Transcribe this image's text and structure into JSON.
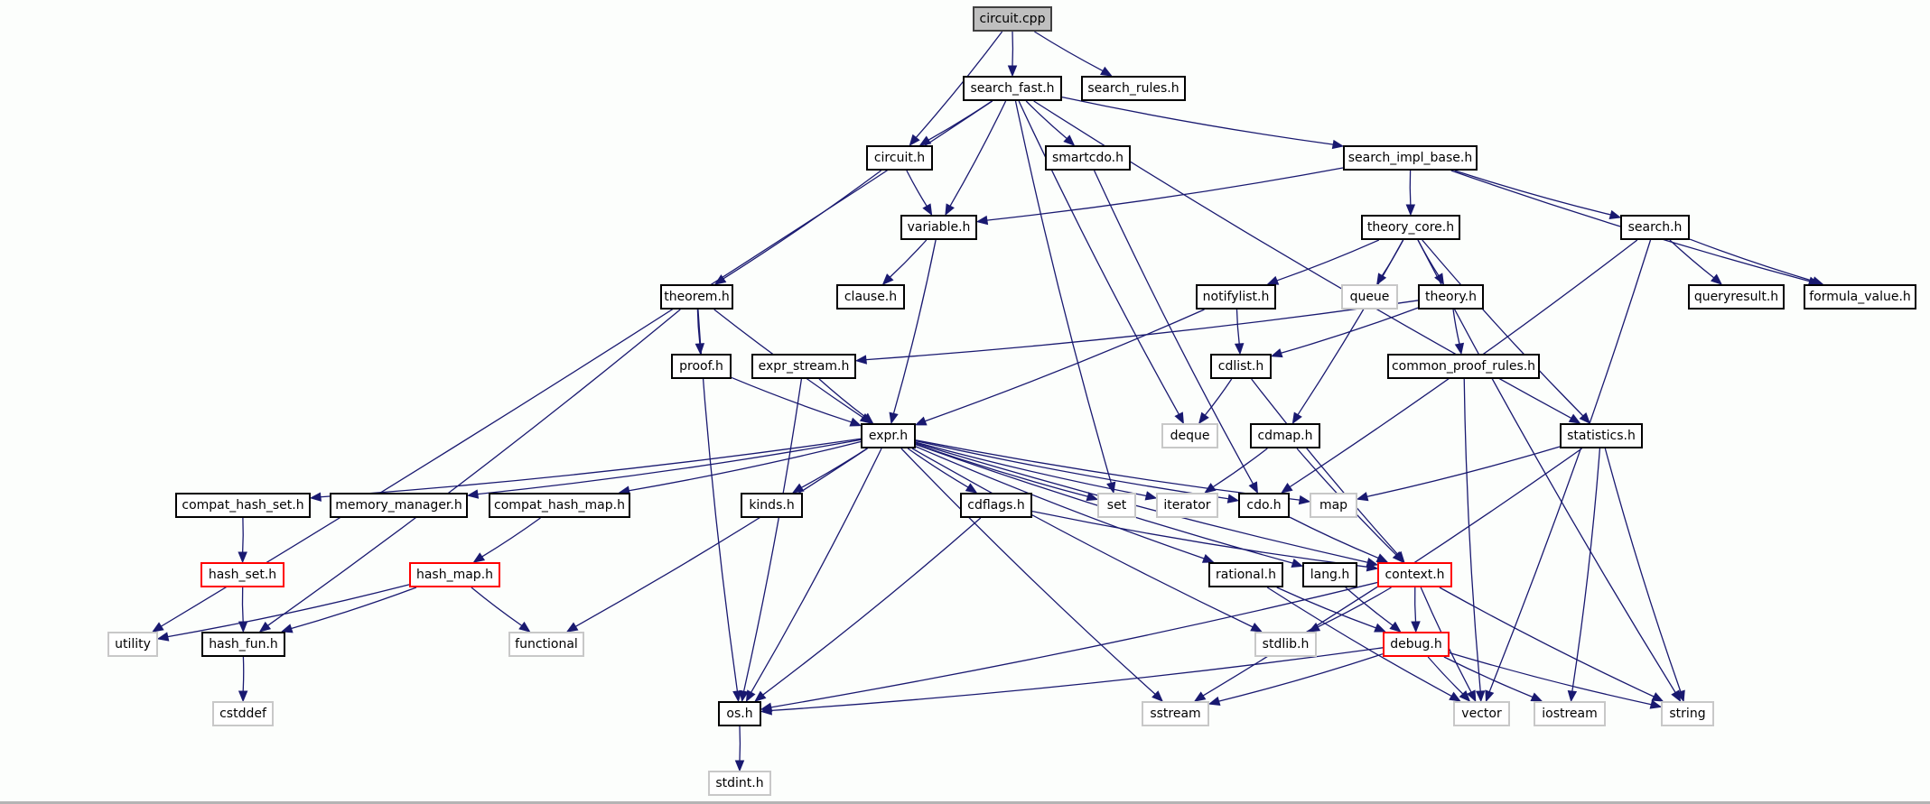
{
  "graph": {
    "title": "circuit.cpp include dependency graph",
    "colors": {
      "edge": "#191970",
      "root_fill": "#bfbfbf",
      "documented_border": "#000000",
      "external_border": "#c8c8c8",
      "truncated_border": "#ff0000"
    },
    "nodes": {
      "circuit_cpp": {
        "label": "circuit.cpp",
        "kind": "root"
      },
      "search_fast_h": {
        "label": "search_fast.h",
        "kind": "documented"
      },
      "search_rules_h": {
        "label": "search_rules.h",
        "kind": "documented"
      },
      "circuit_h": {
        "label": "circuit.h",
        "kind": "documented"
      },
      "smartcdo_h": {
        "label": "smartcdo.h",
        "kind": "documented"
      },
      "search_impl_base_h": {
        "label": "search_impl_base.h",
        "kind": "documented"
      },
      "variable_h": {
        "label": "variable.h",
        "kind": "documented"
      },
      "theory_core_h": {
        "label": "theory_core.h",
        "kind": "documented"
      },
      "search_h": {
        "label": "search.h",
        "kind": "documented"
      },
      "theorem_h": {
        "label": "theorem.h",
        "kind": "documented"
      },
      "clause_h": {
        "label": "clause.h",
        "kind": "documented"
      },
      "notifylist_h": {
        "label": "notifylist.h",
        "kind": "documented"
      },
      "queue": {
        "label": "queue",
        "kind": "external"
      },
      "theory_h": {
        "label": "theory.h",
        "kind": "documented"
      },
      "queryresult_h": {
        "label": "queryresult.h",
        "kind": "documented"
      },
      "formula_value_h": {
        "label": "formula_value.h",
        "kind": "documented"
      },
      "proof_h": {
        "label": "proof.h",
        "kind": "documented"
      },
      "expr_stream_h": {
        "label": "expr_stream.h",
        "kind": "documented"
      },
      "cdlist_h": {
        "label": "cdlist.h",
        "kind": "documented"
      },
      "common_proof_rules_h": {
        "label": "common_proof_rules.h",
        "kind": "documented"
      },
      "expr_h": {
        "label": "expr.h",
        "kind": "documented"
      },
      "deque": {
        "label": "deque",
        "kind": "external"
      },
      "cdmap_h": {
        "label": "cdmap.h",
        "kind": "documented"
      },
      "statistics_h": {
        "label": "statistics.h",
        "kind": "documented"
      },
      "compat_hash_set_h": {
        "label": "compat_hash_set.h",
        "kind": "documented"
      },
      "memory_manager_h": {
        "label": "memory_manager.h",
        "kind": "documented"
      },
      "compat_hash_map_h": {
        "label": "compat_hash_map.h",
        "kind": "documented"
      },
      "kinds_h": {
        "label": "kinds.h",
        "kind": "documented"
      },
      "cdflags_h": {
        "label": "cdflags.h",
        "kind": "documented"
      },
      "set": {
        "label": "set",
        "kind": "external"
      },
      "iterator": {
        "label": "iterator",
        "kind": "external"
      },
      "cdo_h": {
        "label": "cdo.h",
        "kind": "documented"
      },
      "map": {
        "label": "map",
        "kind": "external"
      },
      "hash_set_h": {
        "label": "hash_set.h",
        "kind": "truncated"
      },
      "hash_map_h": {
        "label": "hash_map.h",
        "kind": "truncated"
      },
      "rational_h": {
        "label": "rational.h",
        "kind": "documented"
      },
      "lang_h": {
        "label": "lang.h",
        "kind": "documented"
      },
      "context_h": {
        "label": "context.h",
        "kind": "truncated"
      },
      "utility": {
        "label": "utility",
        "kind": "external"
      },
      "hash_fun_h": {
        "label": "hash_fun.h",
        "kind": "documented"
      },
      "functional": {
        "label": "functional",
        "kind": "external"
      },
      "stdlib_h": {
        "label": "stdlib.h",
        "kind": "external"
      },
      "debug_h": {
        "label": "debug.h",
        "kind": "truncated"
      },
      "cstddef": {
        "label": "cstddef",
        "kind": "external"
      },
      "os_h": {
        "label": "os.h",
        "kind": "documented"
      },
      "sstream": {
        "label": "sstream",
        "kind": "external"
      },
      "vector": {
        "label": "vector",
        "kind": "external"
      },
      "iostream": {
        "label": "iostream",
        "kind": "external"
      },
      "string": {
        "label": "string",
        "kind": "external"
      },
      "stdint_h": {
        "label": "stdint.h",
        "kind": "external"
      }
    },
    "edges": [
      [
        "circuit_cpp",
        "search_fast_h"
      ],
      [
        "circuit_cpp",
        "search_rules_h"
      ],
      [
        "circuit_cpp",
        "circuit_h"
      ],
      [
        "search_fast_h",
        "circuit_h"
      ],
      [
        "search_fast_h",
        "variable_h"
      ],
      [
        "search_fast_h",
        "smartcdo_h"
      ],
      [
        "search_fast_h",
        "search_impl_base_h"
      ],
      [
        "search_fast_h",
        "set"
      ],
      [
        "search_fast_h",
        "deque"
      ],
      [
        "search_fast_h",
        "utility"
      ],
      [
        "search_fast_h",
        "statistics_h"
      ],
      [
        "circuit_h",
        "variable_h"
      ],
      [
        "circuit_h",
        "theorem_h"
      ],
      [
        "smartcdo_h",
        "cdo_h"
      ],
      [
        "search_impl_base_h",
        "variable_h"
      ],
      [
        "search_impl_base_h",
        "theory_core_h"
      ],
      [
        "search_impl_base_h",
        "search_h"
      ],
      [
        "search_impl_base_h",
        "formula_value_h"
      ],
      [
        "variable_h",
        "clause_h"
      ],
      [
        "variable_h",
        "expr_h"
      ],
      [
        "theory_core_h",
        "notifylist_h"
      ],
      [
        "theory_core_h",
        "queue"
      ],
      [
        "theory_core_h",
        "theory_h"
      ],
      [
        "theory_core_h",
        "cdmap_h"
      ],
      [
        "theory_core_h",
        "statistics_h"
      ],
      [
        "theory_core_h",
        "string"
      ],
      [
        "search_h",
        "queryresult_h"
      ],
      [
        "search_h",
        "formula_value_h"
      ],
      [
        "search_h",
        "cdo_h"
      ],
      [
        "search_h",
        "vector"
      ],
      [
        "theorem_h",
        "proof_h"
      ],
      [
        "theorem_h",
        "expr_h"
      ],
      [
        "theorem_h",
        "hash_fun_h"
      ],
      [
        "theorem_h",
        "os_h"
      ],
      [
        "notifylist_h",
        "cdlist_h"
      ],
      [
        "notifylist_h",
        "expr_h"
      ],
      [
        "theory_h",
        "cdlist_h"
      ],
      [
        "theory_h",
        "expr_stream_h"
      ],
      [
        "theory_h",
        "common_proof_rules_h"
      ],
      [
        "proof_h",
        "expr_h"
      ],
      [
        "expr_stream_h",
        "expr_h"
      ],
      [
        "expr_stream_h",
        "os_h"
      ],
      [
        "cdlist_h",
        "deque"
      ],
      [
        "cdlist_h",
        "context_h"
      ],
      [
        "common_proof_rules_h",
        "vector"
      ],
      [
        "cdmap_h",
        "iterator"
      ],
      [
        "cdmap_h",
        "context_h"
      ],
      [
        "statistics_h",
        "map"
      ],
      [
        "statistics_h",
        "string"
      ],
      [
        "statistics_h",
        "iostream"
      ],
      [
        "statistics_h",
        "sstream"
      ],
      [
        "expr_h",
        "compat_hash_set_h"
      ],
      [
        "expr_h",
        "memory_manager_h"
      ],
      [
        "expr_h",
        "compat_hash_map_h"
      ],
      [
        "expr_h",
        "kinds_h"
      ],
      [
        "expr_h",
        "cdflags_h"
      ],
      [
        "expr_h",
        "set"
      ],
      [
        "expr_h",
        "iterator"
      ],
      [
        "expr_h",
        "cdo_h"
      ],
      [
        "expr_h",
        "map"
      ],
      [
        "expr_h",
        "functional"
      ],
      [
        "expr_h",
        "os_h"
      ],
      [
        "expr_h",
        "sstream"
      ],
      [
        "expr_h",
        "stdlib_h"
      ],
      [
        "expr_h",
        "rational_h"
      ],
      [
        "expr_h",
        "lang_h"
      ],
      [
        "expr_h",
        "context_h"
      ],
      [
        "compat_hash_set_h",
        "hash_set_h"
      ],
      [
        "compat_hash_map_h",
        "hash_map_h"
      ],
      [
        "hash_set_h",
        "hash_fun_h"
      ],
      [
        "hash_map_h",
        "hash_fun_h"
      ],
      [
        "hash_map_h",
        "utility"
      ],
      [
        "hash_map_h",
        "functional"
      ],
      [
        "cdflags_h",
        "context_h"
      ],
      [
        "cdflags_h",
        "os_h"
      ],
      [
        "cdo_h",
        "context_h"
      ],
      [
        "rational_h",
        "debug_h"
      ],
      [
        "rational_h",
        "vector"
      ],
      [
        "lang_h",
        "debug_h"
      ],
      [
        "context_h",
        "debug_h"
      ],
      [
        "context_h",
        "stdlib_h"
      ],
      [
        "context_h",
        "vector"
      ],
      [
        "context_h",
        "string"
      ],
      [
        "context_h",
        "os_h"
      ],
      [
        "hash_fun_h",
        "cstddef"
      ],
      [
        "debug_h",
        "os_h"
      ],
      [
        "debug_h",
        "sstream"
      ],
      [
        "debug_h",
        "vector"
      ],
      [
        "debug_h",
        "iostream"
      ],
      [
        "debug_h",
        "string"
      ],
      [
        "os_h",
        "stdint_h"
      ]
    ]
  }
}
